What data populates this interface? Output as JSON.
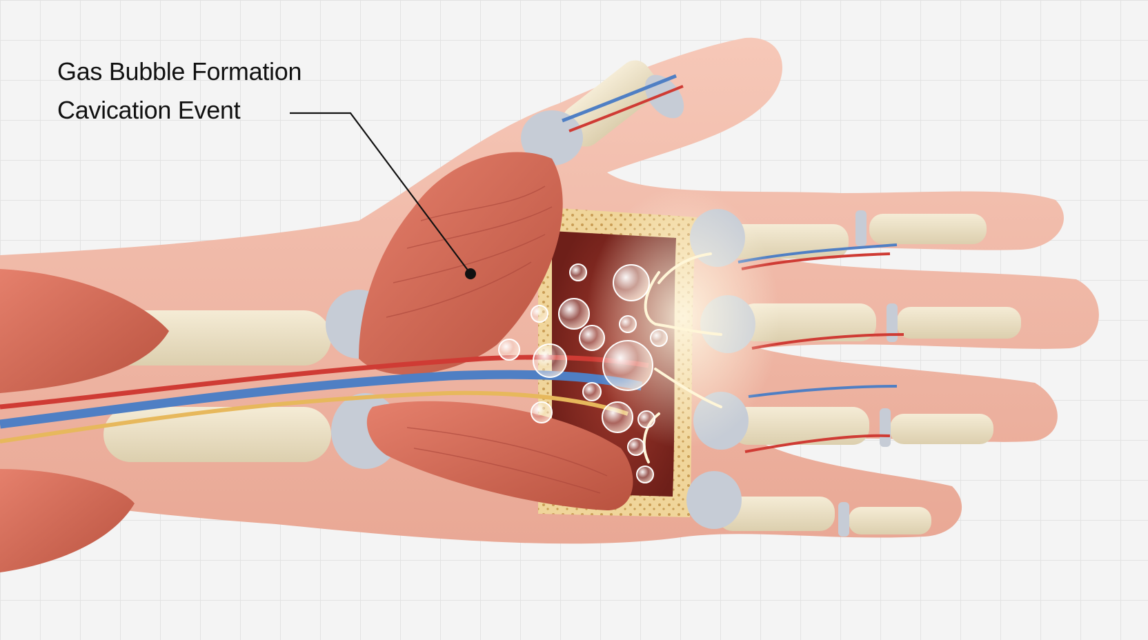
{
  "annotation": {
    "line1": "Gas Bubble Formation",
    "line2": "Cavication Event"
  },
  "colors": {
    "background": "#f4f4f4",
    "grid": "#e2e2e2",
    "skin": "#f0b9a6",
    "skin_shade": "#e29e8b",
    "muscle": "#d9705e",
    "muscle_dark": "#b9523f",
    "bone": "#ece1c6",
    "cartilage": "#c6ccd6",
    "artery": "#cf3b34",
    "vein": "#4f7fc4",
    "nerve": "#e7b85c",
    "joint_cavity": "#8c2a22",
    "bubble": "#ffffff",
    "flash": "#fff6d8",
    "leader_line": "#111111"
  },
  "icons": [
    "hand-anatomy-illustration",
    "gas-bubble-icon",
    "cavitation-flash-icon"
  ]
}
